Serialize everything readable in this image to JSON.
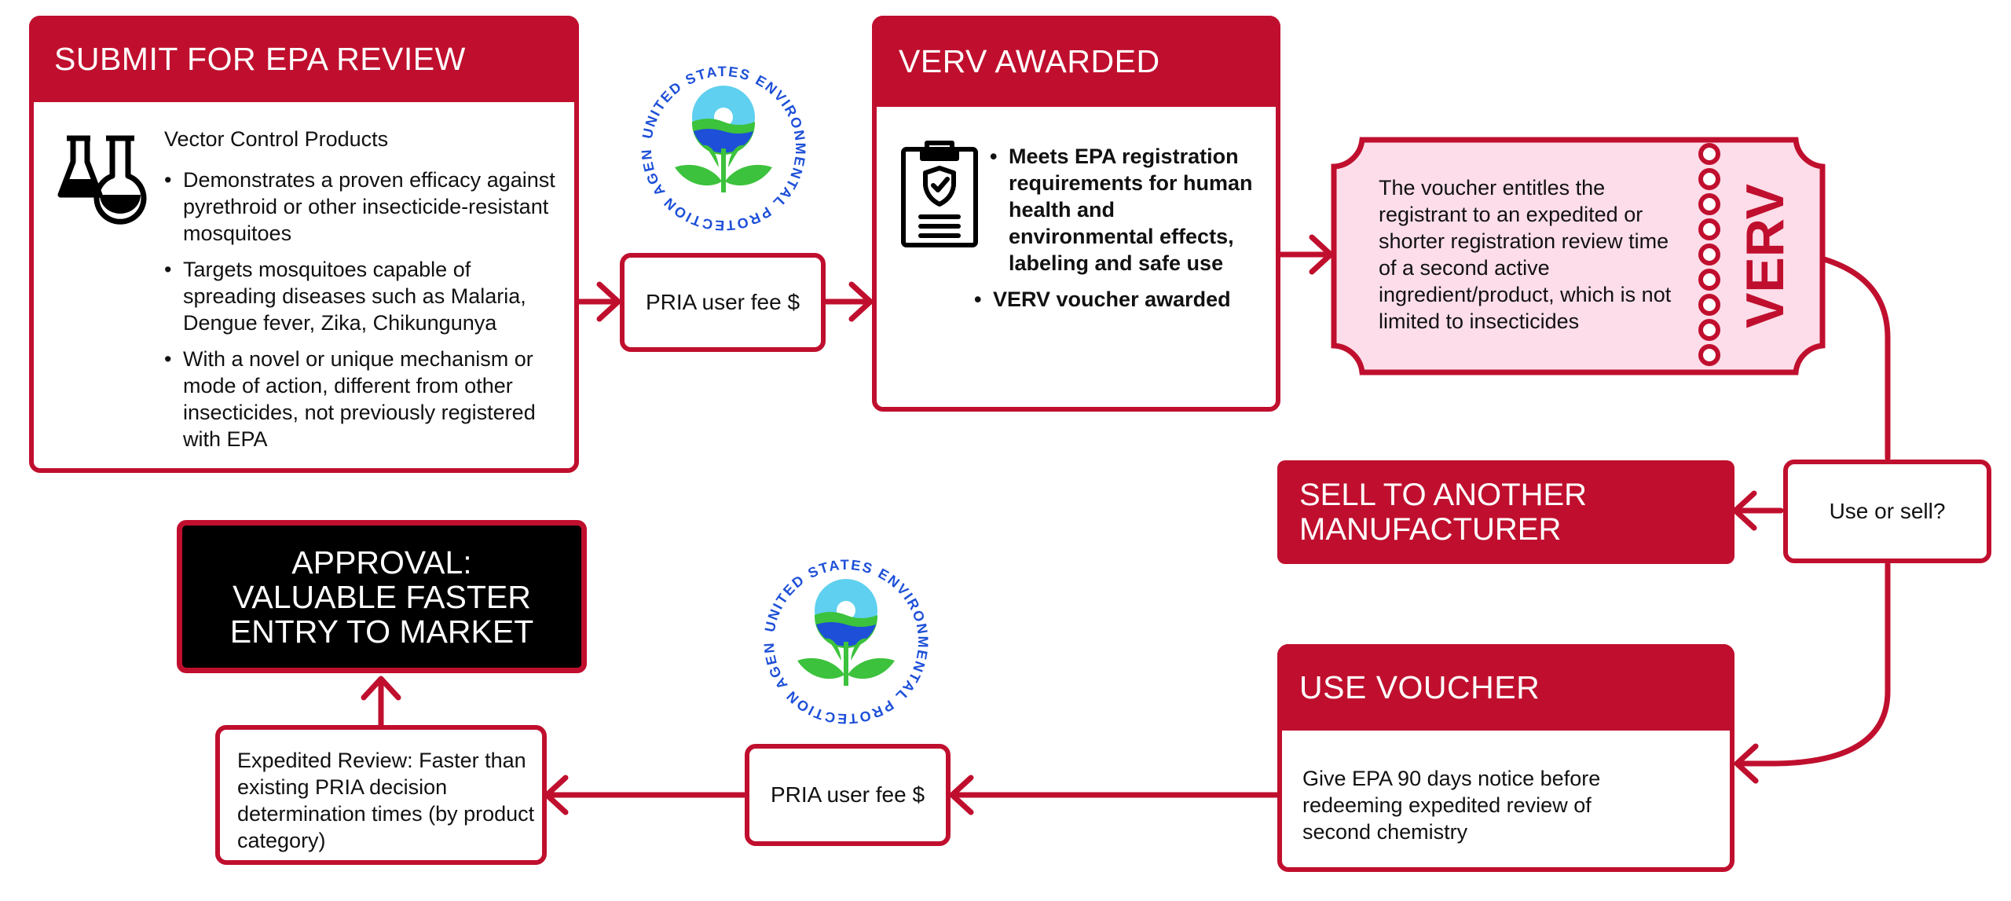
{
  "colors": {
    "brand_red": "#c00f2e",
    "voucher_fill": "#fcdde9",
    "epa_blue": "#1d4fd8",
    "epa_green": "#3cc23c",
    "epa_sky": "#5fd0ef"
  },
  "epa_logo": {
    "text": "UNITED STATES ENVIRONMENTAL PROTECTION AGENCY"
  },
  "submit": {
    "title": "SUBMIT FOR EPA REVIEW",
    "subtitle": "Vector Control Products",
    "bullets": [
      "Demonstrates a proven efficacy against pyrethroid or other insecticide-resistant mosquitoes",
      "Targets mosquitoes capable of spreading diseases such as Malaria, Dengue fever, Zika, Chikungunya",
      "With a novel or unique mechanism or mode of action, different from other insecticides, not previously registered with EPA"
    ]
  },
  "fee_top": {
    "label": "PRIA user fee $"
  },
  "fee_bottom": {
    "label": "PRIA user fee $"
  },
  "awarded": {
    "title": "VERV AWARDED",
    "bullets": [
      "Meets EPA registration requirements for human health and environmental effects, labeling and safe use",
      "VERV voucher awarded"
    ]
  },
  "voucher": {
    "text": "The voucher entitles the registrant to an expedited or shorter registration review time of a second active ingredient/product, which is not limited to insecticides",
    "stub_label": "VERV"
  },
  "decision": {
    "label": "Use or sell?"
  },
  "sell": {
    "label": "SELL TO ANOTHER MANUFACTURER"
  },
  "use": {
    "title": "USE VOUCHER",
    "text": "Give EPA 90 days notice before redeeming expedited review of second chemistry"
  },
  "expedited": {
    "text": "Expedited Review: Faster than existing PRIA decision determination times (by product category)"
  },
  "approval": {
    "label": "APPROVAL: VALUABLE FASTER ENTRY TO MARKET"
  }
}
